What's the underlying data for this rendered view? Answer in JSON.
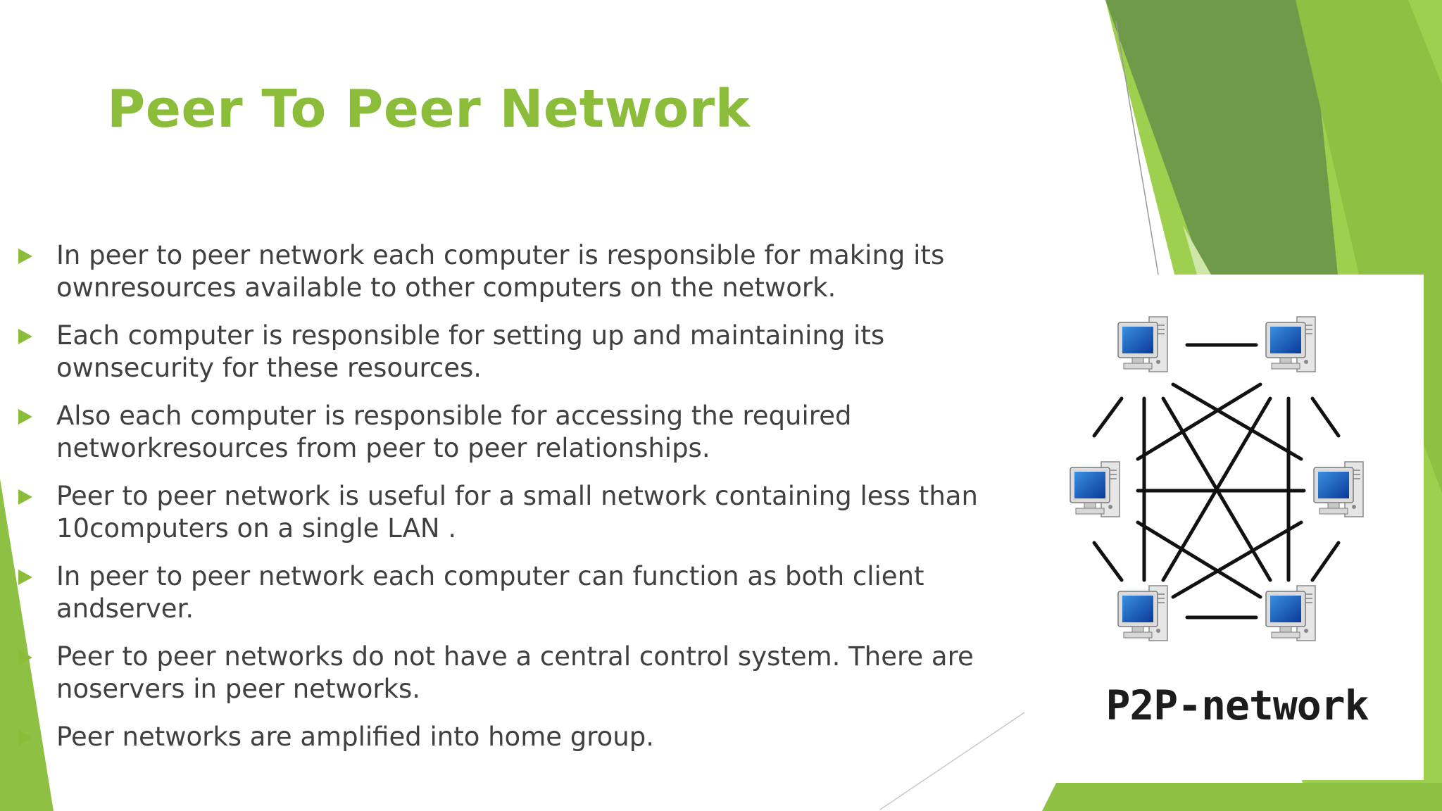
{
  "slide": {
    "title": "Peer To Peer Network",
    "bullets": [
      "In peer to peer network each computer is responsible for making its ownresources available to other computers on the network.",
      "Each computer is responsible for setting up and maintaining its ownsecurity for these resources.",
      "Also each computer is responsible for accessing the required networkresources from peer to peer relationships.",
      "Peer to peer network is useful for a small network containing less than 10computers on a single LAN .",
      "In peer to peer network each computer can function as both client andserver.",
      "Peer to peer networks do not have a central control system. There are noservers in peer networks.",
      "Peer networks are amplified into home group."
    ]
  },
  "figure": {
    "caption": "P2P-network",
    "nodes": [
      "computer-icon",
      "computer-icon",
      "computer-icon",
      "computer-icon",
      "computer-icon",
      "computer-icon"
    ]
  },
  "colors": {
    "accent": "#8bbd3a",
    "accent_dark": "#6e9a4a",
    "text": "#404040"
  }
}
